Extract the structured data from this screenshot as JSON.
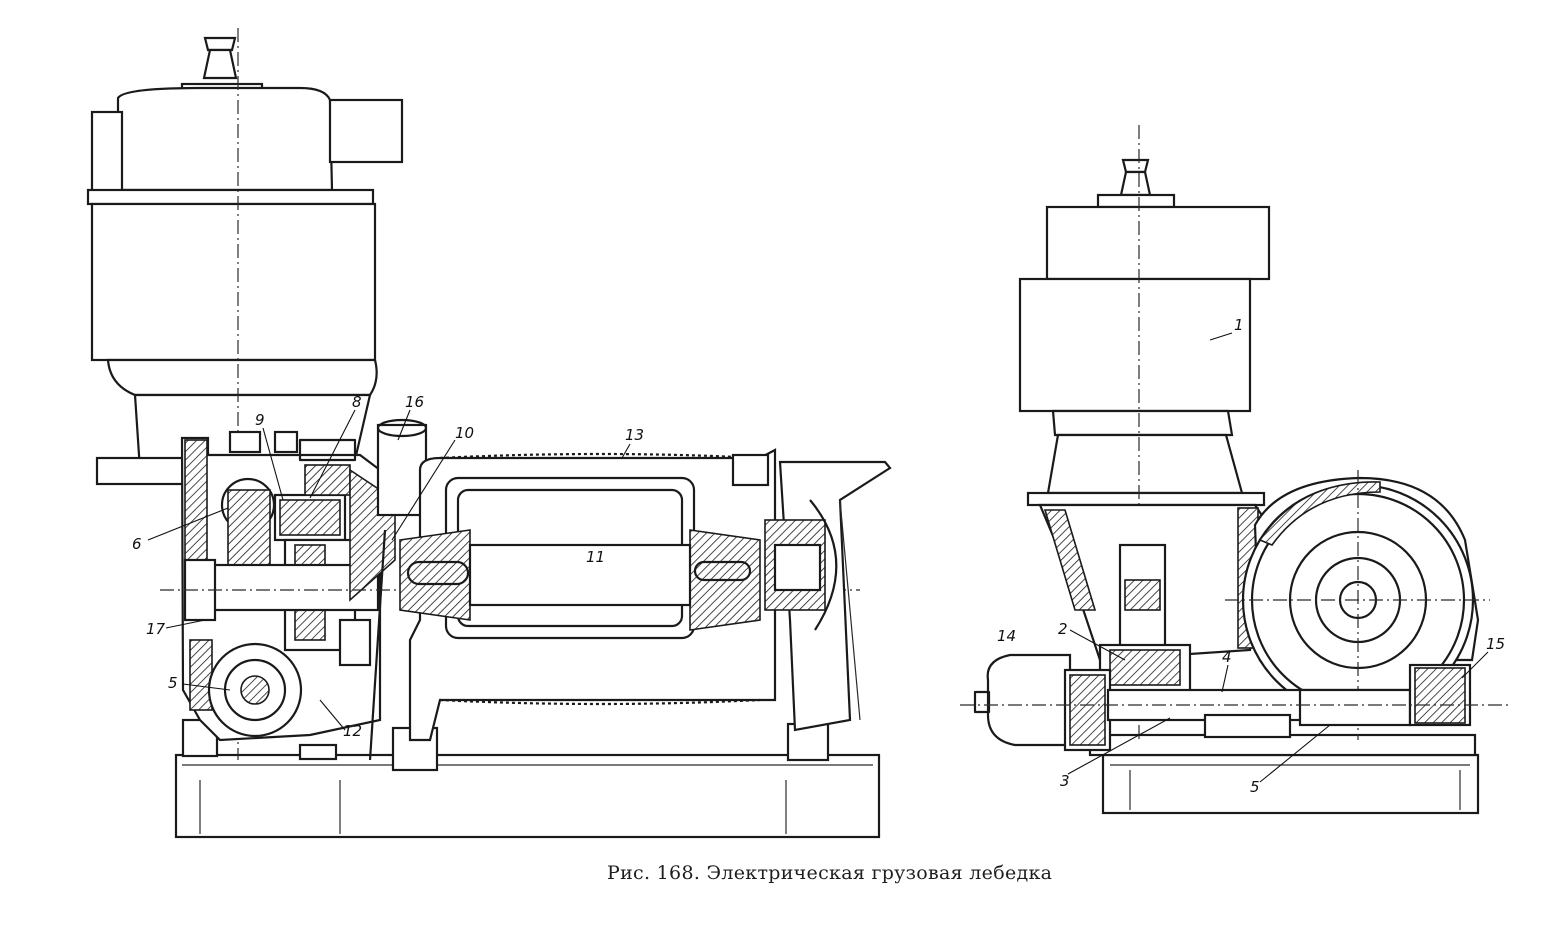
{
  "caption": "Рис. 168. Электрическая грузовая лебедка",
  "callouts": {
    "left_view": [
      "6",
      "9",
      "8",
      "16",
      "10",
      "13",
      "11",
      "17",
      "5",
      "12"
    ],
    "right_view": [
      "1",
      "2",
      "4",
      "14",
      "15",
      "3",
      "5"
    ]
  },
  "colors": {
    "ink": "#1a1a1a",
    "paper": "#ffffff"
  }
}
